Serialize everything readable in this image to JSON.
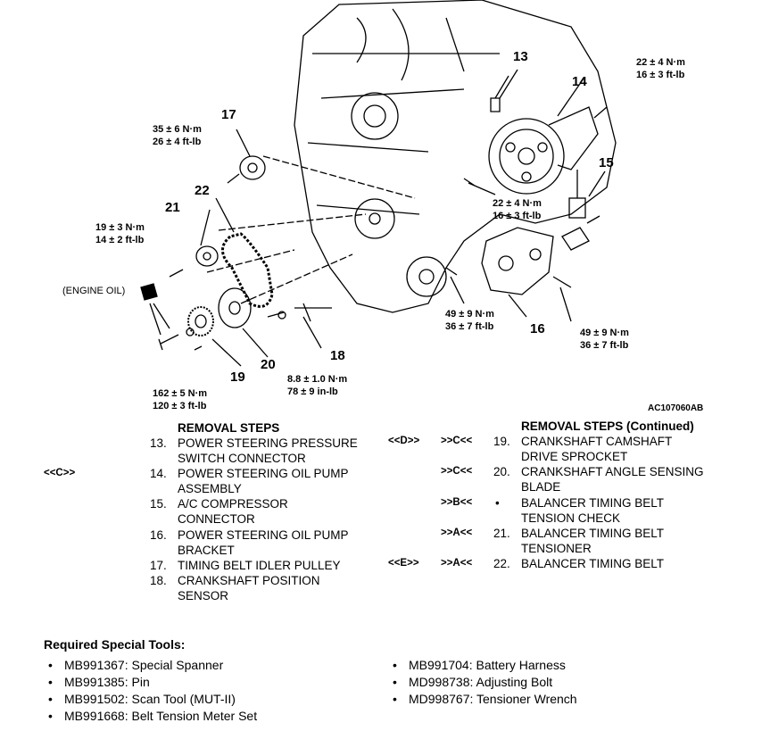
{
  "diagram": {
    "figure_id": "AC107060AB",
    "engine_oil_label": "(ENGINE OIL)",
    "callouts": {
      "c13": "13",
      "c14": "14",
      "c15": "15",
      "c16": "16",
      "c17": "17",
      "c18": "18",
      "c19": "19",
      "c20": "20",
      "c21": "21",
      "c22": "22"
    },
    "torques": {
      "t_top_right": [
        "22 ± 4 N·m",
        "16 ± 3 ft-lb"
      ],
      "t_17": [
        "35 ± 6 N·m",
        "26 ± 4 ft-lb"
      ],
      "t_21": [
        "19 ± 3 N·m",
        "14 ± 2 ft-lb"
      ],
      "t_mid": [
        "22 ± 4 N·m",
        "16 ± 3 ft-lb"
      ],
      "t_16_left": [
        "49 ± 9 N·m",
        "36 ± 7 ft-lb"
      ],
      "t_16_right": [
        "49 ± 9 N·m",
        "36 ± 7 ft-lb"
      ],
      "t_18": [
        "8.8 ± 1.0 N·m",
        "78 ± 9 in-lb"
      ],
      "t_crank": [
        "162 ± 5 N·m",
        "120 ± 3 ft-lb"
      ]
    }
  },
  "removal_left": {
    "title": "REMOVAL STEPS",
    "items": [
      {
        "marker": "",
        "num": "13.",
        "l1": "POWER STEERING PRESSURE",
        "l2": "SWITCH CONNECTOR"
      },
      {
        "marker": "<<C>>",
        "num": "14.",
        "l1": "POWER STEERING OIL PUMP",
        "l2": "ASSEMBLY"
      },
      {
        "marker": "",
        "num": "15.",
        "l1": "A/C COMPRESSOR",
        "l2": "CONNECTOR"
      },
      {
        "marker": "",
        "num": "16.",
        "l1": "POWER STEERING OIL PUMP",
        "l2": "BRACKET"
      },
      {
        "marker": "",
        "num": "17.",
        "l1": "TIMING BELT IDLER PULLEY",
        "l2": ""
      },
      {
        "marker": "",
        "num": "18.",
        "l1": "CRANKSHAFT POSITION",
        "l2": "SENSOR"
      }
    ]
  },
  "removal_right": {
    "title": "REMOVAL STEPS (Continued)",
    "items": [
      {
        "m1": "<<D>>",
        "m2": ">>C<<",
        "num": "19.",
        "l1": "CRANKSHAFT CAMSHAFT",
        "l2": "DRIVE SPROCKET"
      },
      {
        "m1": "",
        "m2": ">>C<<",
        "num": "20.",
        "l1": "CRANKSHAFT ANGLE SENSING",
        "l2": "BLADE"
      },
      {
        "m1": "",
        "m2": ">>B<<",
        "num": "•",
        "l1": "BALANCER TIMING BELT",
        "l2": "TENSION CHECK"
      },
      {
        "m1": "",
        "m2": ">>A<<",
        "num": "21.",
        "l1": "BALANCER TIMING BELT",
        "l2": "TENSIONER"
      },
      {
        "m1": "<<E>>",
        "m2": ">>A<<",
        "num": "22.",
        "l1": "BALANCER TIMING BELT",
        "l2": ""
      }
    ]
  },
  "tools": {
    "title": "Required Special Tools:",
    "left": [
      "MB991367: Special Spanner",
      "MB991385: Pin",
      "MB991502: Scan Tool (MUT-II)",
      "MB991668: Belt Tension Meter Set"
    ],
    "right": [
      "MB991704: Battery Harness",
      "MD998738: Adjusting Bolt",
      "MD998767: Tensioner Wrench"
    ]
  }
}
